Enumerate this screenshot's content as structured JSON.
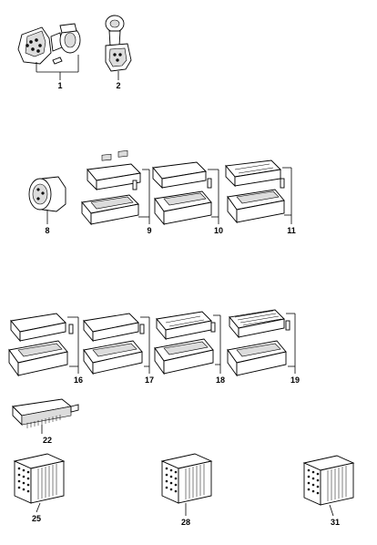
{
  "callouts": {
    "c1": "1",
    "c2": "2",
    "c8": "8",
    "c9": "9",
    "c10": "10",
    "c11": "11",
    "c16": "16",
    "c17": "17",
    "c18": "18",
    "c19": "19",
    "c22": "22",
    "c25": "25",
    "c28": "28",
    "c31": "31"
  }
}
